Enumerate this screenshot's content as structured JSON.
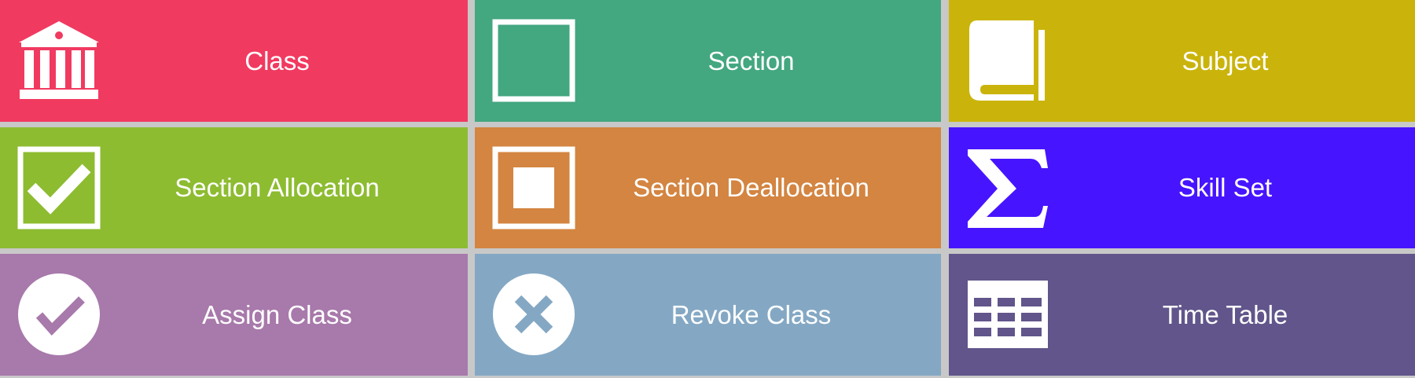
{
  "tiles": [
    {
      "label": "Class",
      "color": "#F13A60",
      "icon": "bank-icon"
    },
    {
      "label": "Section",
      "color": "#43A780",
      "icon": "square-outline-icon"
    },
    {
      "label": "Subject",
      "color": "#CAB40C",
      "icon": "book-icon"
    },
    {
      "label": "Section Allocation",
      "color": "#8DBC31",
      "icon": "checkbox-checked-icon"
    },
    {
      "label": "Section Deallocation",
      "color": "#D38541",
      "icon": "stop-square-icon"
    },
    {
      "label": "Skill Set",
      "color": "#4714FF",
      "icon": "sigma-icon"
    },
    {
      "label": "Assign Class",
      "color": "#A879AB",
      "icon": "check-circle-icon"
    },
    {
      "label": "Revoke Class",
      "color": "#84A8C4",
      "icon": "close-circle-icon"
    },
    {
      "label": "Time Table",
      "color": "#61558B",
      "icon": "table-icon"
    }
  ]
}
